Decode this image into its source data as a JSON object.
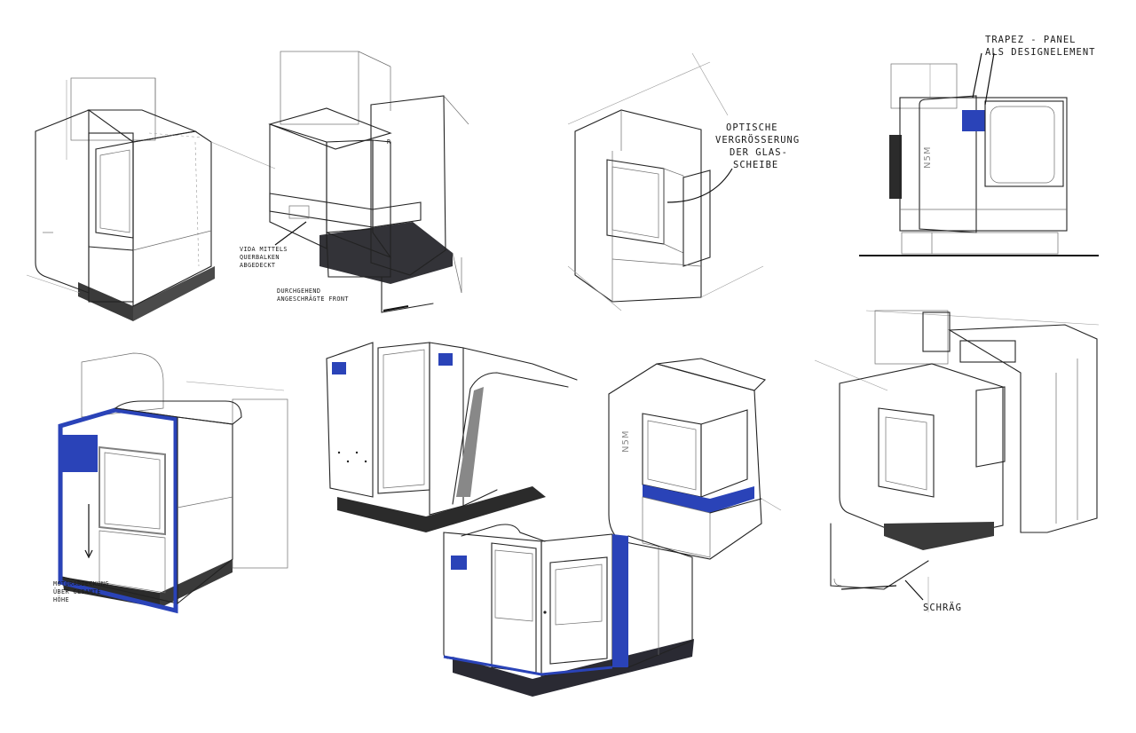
{
  "colors": {
    "accent": "#2a43b8",
    "ink": "#1a1a1a",
    "glass": "#d6d6d8",
    "shadow": "#2f2f35",
    "panel": "#f7f7f7"
  },
  "annotations": {
    "sketch2_cover": [
      "VIDA MITTELS",
      "QUERBALKEN",
      "ABGEDECKT"
    ],
    "sketch2_front": [
      "DURCHGEHEND",
      "ANGESCHRÄGTE FRONT"
    ],
    "sketch2_radius": "R",
    "sketch3_glass": [
      "OPTISCHE",
      "VERGRÖSSERUNG",
      "DER GLAS-",
      "SCHEIBE"
    ],
    "sketch4_panel": [
      "TRAPEZ - PANEL",
      "ALS DESIGNELEMENT"
    ],
    "sketch5_cover": [
      "MOTORABDECKUNG",
      "ÜBER GESAMTE",
      "HÖHE"
    ],
    "sketch9_slant": "SCHRÄG"
  },
  "brand_marks": {
    "sketch4": "N5M",
    "sketch7": "N5M"
  }
}
